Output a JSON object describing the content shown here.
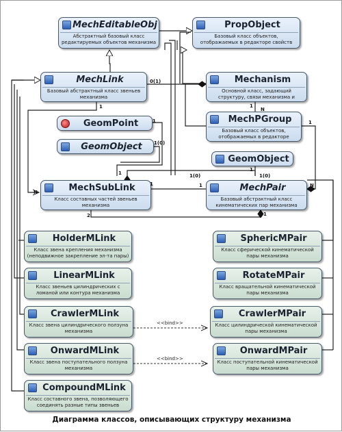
{
  "classes": {
    "mech_editable_obj": {
      "name": "MechEditableObj",
      "desc": "Абстрактный базовый класс редактируемых объектов механизма"
    },
    "prop_object": {
      "name": "PropObject",
      "desc": "Базовый класс объектов, отображаемых в редакторе свойств"
    },
    "mech_link": {
      "name": "MechLink",
      "desc": "Базовый абстрактный класс звеньев механизма"
    },
    "mechanism": {
      "name": "Mechanism",
      "desc": "Основной класс, задающий структуру, связи механизма и операции над ним"
    },
    "geom_point": {
      "name": "GeomPoint",
      "desc": ""
    },
    "mech_p_group": {
      "name": "MechPGroup",
      "desc": "Базовый класс объектов, отображаемых в редакторе свойств"
    },
    "geom_object_left": {
      "name": "GeomObject",
      "desc": ""
    },
    "geom_object_right": {
      "name": "GeomObject",
      "desc": ""
    },
    "mech_sub_link": {
      "name": "MechSubLink",
      "desc": "Класс составных частей звеньев механизма"
    },
    "mech_pair": {
      "name": "MechPair",
      "desc": "Базовый абстрактный класс кинематических пар механизма"
    },
    "holder_m_link": {
      "name": "HolderMLink",
      "desc": "Класс звена крепления механизма (неподвижное закрепление эл-та пары)"
    },
    "spheric_m_pair": {
      "name": "SphericMPair",
      "desc": "Класс сферической кинематической пары механизма"
    },
    "linear_m_link": {
      "name": "LinearMLink",
      "desc": "Класс звеньев цилиндрических с ломаной или контура механизма"
    },
    "rotate_m_pair": {
      "name": "RotateMPair",
      "desc": "Класс вращательной кинематической пары механизма"
    },
    "crawler_m_link": {
      "name": "CrawlerMLink",
      "desc": "Класс звена цилиндрического ползуна механизма"
    },
    "crawler_m_pair": {
      "name": "CrawlerMPair",
      "desc": "Класс цилиндрической кинематической пары механизма"
    },
    "onward_m_link": {
      "name": "OnwardMLink",
      "desc": "Класс звена поступательного ползуна механизма"
    },
    "onward_m_pair": {
      "name": "OnwardMPair",
      "desc": "Класс поступательной кинематической пары механизма"
    },
    "compound_m_link": {
      "name": "CompoundMLink",
      "desc": "Класс составного звена, позволяющего соединять разные типы звеньев"
    }
  },
  "multiplicities": {
    "mechlink_0_1": "0(1)",
    "mechlink_1": "1",
    "mechanism_1": "1",
    "mechanism_n": "N",
    "geompoint_1": "1",
    "geomobject_1_0": "1(0)",
    "subLink_1_a": "1",
    "subLink_1_b": "1",
    "subLink_n": "N",
    "pair_1_0": "1(0)",
    "pair_1": "1",
    "pair_n": "N",
    "pgroup_1": "1",
    "geomobj_r_1": "1",
    "geomobj_r_1_0": "1(0)",
    "sublink_2": "2",
    "pair_bottom_1": "1"
  },
  "bind_label": "<<bind>>",
  "caption": "Диаграмма классов, описывающих структуру механизма"
}
